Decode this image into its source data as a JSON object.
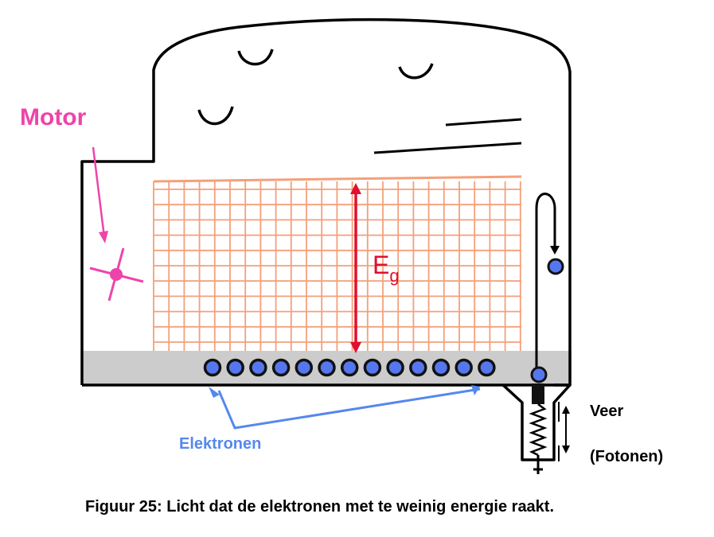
{
  "labels": {
    "motor": "Motor",
    "eg_main": "E",
    "eg_sub": "g",
    "veer": "Veer",
    "fotonen": "(Fotonen)",
    "elektronen": "Elektronen",
    "caption": "Figuur 25: Licht dat de elektronen met te weinig energie raakt."
  },
  "colors": {
    "motor": "#ee44aa",
    "grid": "#f4a07a",
    "eg_arrow": "#e01030",
    "electron_fill": "#5577ee",
    "electron_stroke": "#111111",
    "band": "#cccccc",
    "elektronen": "#5588ee",
    "outline": "#000000"
  },
  "electrons": {
    "count": 13
  },
  "icons": [
    "motor-propeller-icon",
    "spring-icon",
    "electron-icon"
  ]
}
